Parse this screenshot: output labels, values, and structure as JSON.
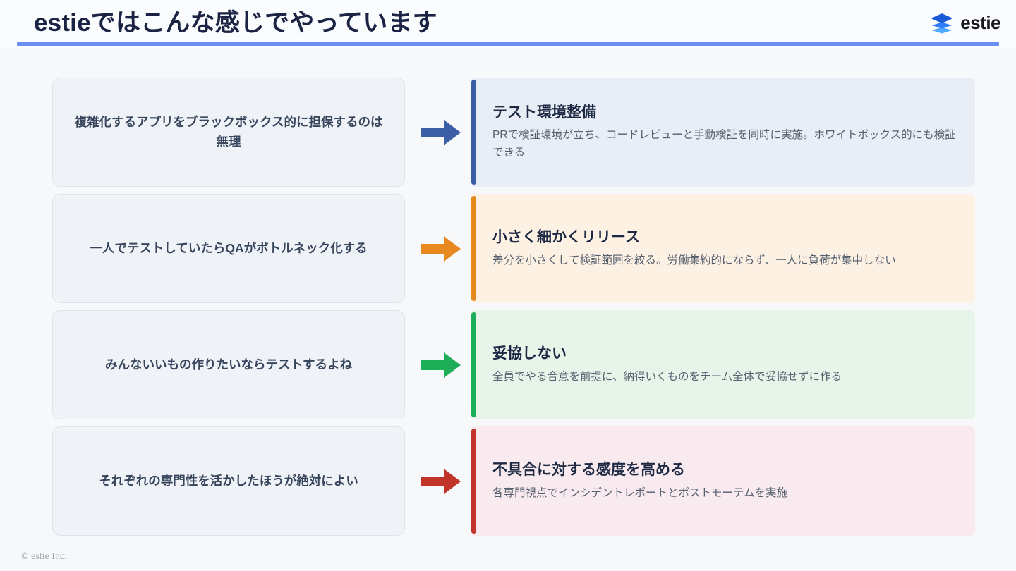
{
  "header": {
    "title": "estieではこんな感じでやっています",
    "rule_color": "#6B8FEE",
    "logo": {
      "icon": "stacked-layers-icon",
      "word": "estie",
      "colors": [
        "#1B5BD7",
        "#2F7DF6",
        "#4FA8FF"
      ]
    }
  },
  "rows": [
    {
      "accent": "#3B5EA6",
      "panel_bg": "#E9EDF5",
      "arrow_icon": "right-arrow-icon",
      "problem": "複雑化するアプリをブラックボックス的に担保するのは無理",
      "solution_title": "テスト環境整備",
      "solution_desc": "PRで検証環境が立ち、コードレビューと手動検証を同時に実施。ホワイトボックス的にも検証できる"
    },
    {
      "accent": "#E8891F",
      "panel_bg": "#FDF1E4",
      "arrow_icon": "right-arrow-icon",
      "problem": "一人でテストしていたらQAがボトルネック化する",
      "solution_title": "小さく細かくリリース",
      "solution_desc": "差分を小さくして検証範囲を絞る。労働集約的にならず、一人に負荷が集中しない"
    },
    {
      "accent": "#1FAE58",
      "panel_bg": "#E7F4E9",
      "arrow_icon": "right-arrow-icon",
      "problem": "みんないいもの作りたいならテストするよね",
      "solution_title": "妥協しない",
      "solution_desc": "全員でやる合意を前提に、納得いくものをチーム全体で妥協せずに作る"
    },
    {
      "accent": "#C0342A",
      "panel_bg": "#F8EAEE",
      "arrow_icon": "right-arrow-icon",
      "problem": "それぞれの専門性を活かしたほうが絶対によい",
      "solution_title": "不具合に対する感度を高める",
      "solution_desc": "各専門視点でインシデントレポートとポストモーテムを実施"
    }
  ],
  "footer": {
    "copyright": "© estie Inc."
  }
}
